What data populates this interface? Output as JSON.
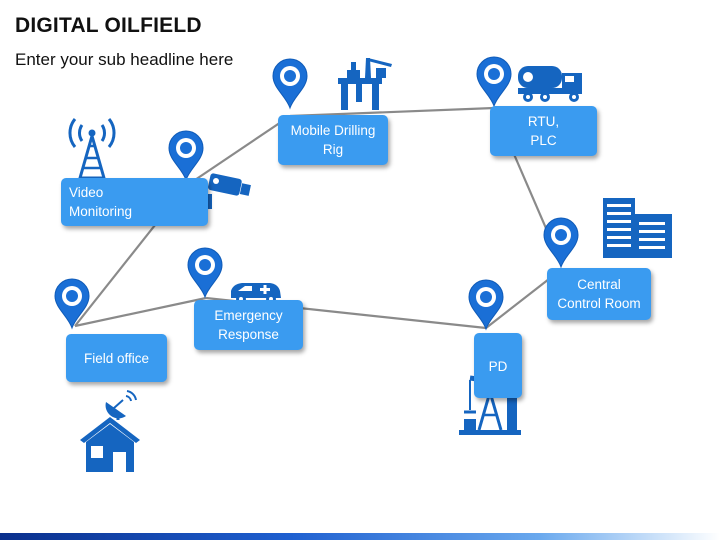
{
  "header": {
    "title": "DIGITAL OILFIELD",
    "subtitle": "Enter your sub headline here"
  },
  "colors": {
    "accent": "#3a9bf0",
    "pin": "#1a6fd6",
    "icon": "#1565c0",
    "line": "#888888"
  },
  "nodes": {
    "video": {
      "line1": "Video",
      "line2": "Monitoring",
      "icon": "camera-icon",
      "icon2": "radio-tower-icon"
    },
    "drilling": {
      "line1": "Mobile Drilling",
      "line2": "Rig",
      "icon": "oil-rig-icon"
    },
    "rtu": {
      "line1": "RTU,",
      "line2": "PLC",
      "icon": "tanker-truck-icon"
    },
    "control": {
      "line1": "Central",
      "line2": "Control Room",
      "icon": "building-icon"
    },
    "field": {
      "line1": "Field office",
      "icon": "house-icon",
      "icon2": "satellite-dish-icon"
    },
    "emergency": {
      "line1": "Emergency",
      "line2": "Response",
      "icon": "ambulance-icon"
    },
    "pd": {
      "line1": "PD",
      "icon": "pumpjack-icon"
    }
  }
}
